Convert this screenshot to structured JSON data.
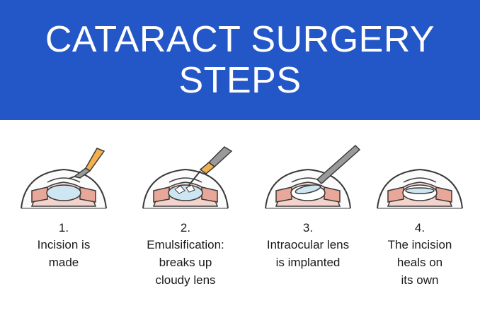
{
  "header": {
    "title_line1": "CATARACT SURGERY",
    "title_line2": "STEPS",
    "background": "#2356c7",
    "text_color": "#ffffff"
  },
  "steps": [
    {
      "number": "1.",
      "lines": [
        "Incision is",
        "made"
      ],
      "icon": "eye-incision-icon"
    },
    {
      "number": "2.",
      "lines": [
        "Emulsification:",
        "breaks up",
        "cloudy lens"
      ],
      "icon": "eye-emulsification-icon"
    },
    {
      "number": "3.",
      "lines": [
        "Intraocular lens",
        "is implanted"
      ],
      "icon": "eye-implant-icon"
    },
    {
      "number": "4.",
      "lines": [
        "The incision",
        "heals on",
        "its own"
      ],
      "icon": "eye-healed-icon"
    }
  ],
  "colors": {
    "sclera_outline": "#3a3a3a",
    "iris": "#e9a79a",
    "lens": "#cde6f2",
    "tool_handle": "#f2b04e",
    "tool_shaft": "#9a9a9a"
  }
}
